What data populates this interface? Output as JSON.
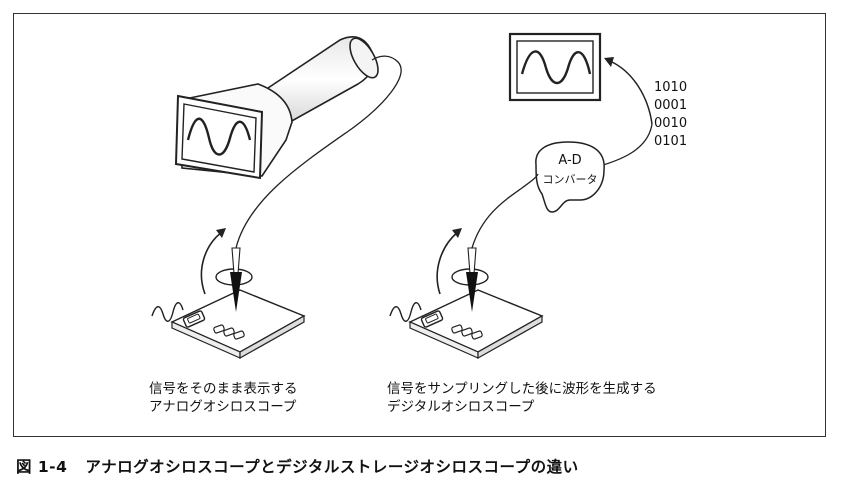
{
  "figure": {
    "number": "図 1-4",
    "title": "アナログオシロスコープとデジタルストレージオシロスコープの違い"
  },
  "analog": {
    "caption_line1": "信号をそのまま表示する",
    "caption_line2": "アナログオシロスコープ"
  },
  "digital": {
    "caption_line1": "信号をサンプリングした後に波形を生成する",
    "caption_line2": "デジタルオシロスコープ",
    "adc_line1": "A-D",
    "adc_line2": "コンバータ",
    "bits": [
      "1010",
      "0001",
      "0010",
      "0101"
    ]
  }
}
